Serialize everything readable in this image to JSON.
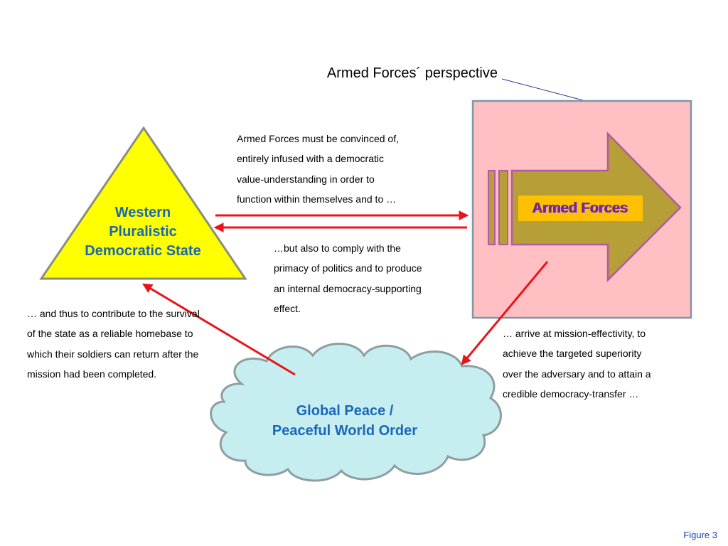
{
  "title": "Armed Forces´ perspective",
  "nodes": {
    "state": "Western\nPluralistic\nDemocratic State",
    "armed_forces": "Armed Forces",
    "peace": "Global Peace /\nPeaceful World Order"
  },
  "texts": {
    "top": "Armed Forces must be convinced of,\nentirely infused  with a democratic\nvalue-understanding in order to\nfunction within themselves  and  to …",
    "middle": "…but also to comply with the\nprimacy of politics  and to produce\nan internal democracy-supporting\neffect.",
    "left": "… and thus to contribute to the survival\nof the state as a reliable homebase to\nwhich their soldiers can return after  the\nmission had been completed.",
    "right": "… arrive at mission-effectivity, to\nachieve the targeted superiority\nover the adversary and to attain a\ncredible democracy-transfer  …"
  },
  "figure_label": "Figure 3",
  "colors": {
    "triangle": "#ffff00",
    "panel": "#ffbfc3",
    "arrow_shape": "#b59f36",
    "label_box": "#ffc000",
    "cloud": "#c6eef0",
    "connector": "#e8141b",
    "node_text": "#1a67b7"
  }
}
